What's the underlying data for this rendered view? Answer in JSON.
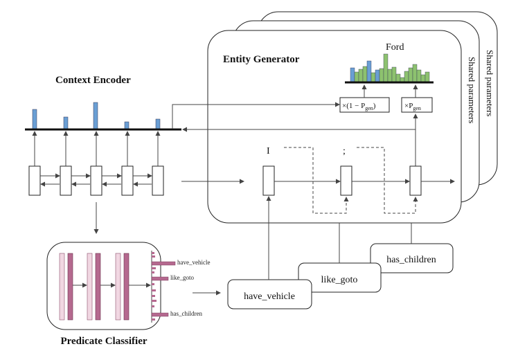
{
  "labels": {
    "context_encoder": "Context Encoder",
    "entity_generator": "Entity Generator",
    "predicate_classifier": "Predicate Classifier",
    "shared_parameters_1": "Shared parameters",
    "shared_parameters_2": "Shared parameters",
    "ford": "Ford",
    "one_minus_pgen_times": "×",
    "one_minus_pgen_body": "(1 − P",
    "one_minus_pgen_sub": "gen",
    "one_minus_pgen_close": ")",
    "pgen_times": "×P",
    "pgen_sub": "gen",
    "token_1": "I",
    "token_2": ";"
  },
  "predicates": {
    "have_vehicle": "have_vehicle",
    "like_goto": "like_goto",
    "has_children": "has_children"
  },
  "classifier_labels": {
    "have_vehicle": "have_vehicle",
    "like_goto": "like_goto",
    "has_children": "has_children"
  },
  "colors": {
    "encoder_bar": "#6a9fd4",
    "gen_bar_blue": "#6a9fd4",
    "gen_bar_green": "#8dc26f",
    "classifier_dark": "#b5698f",
    "classifier_light": "#f1d7e2"
  }
}
